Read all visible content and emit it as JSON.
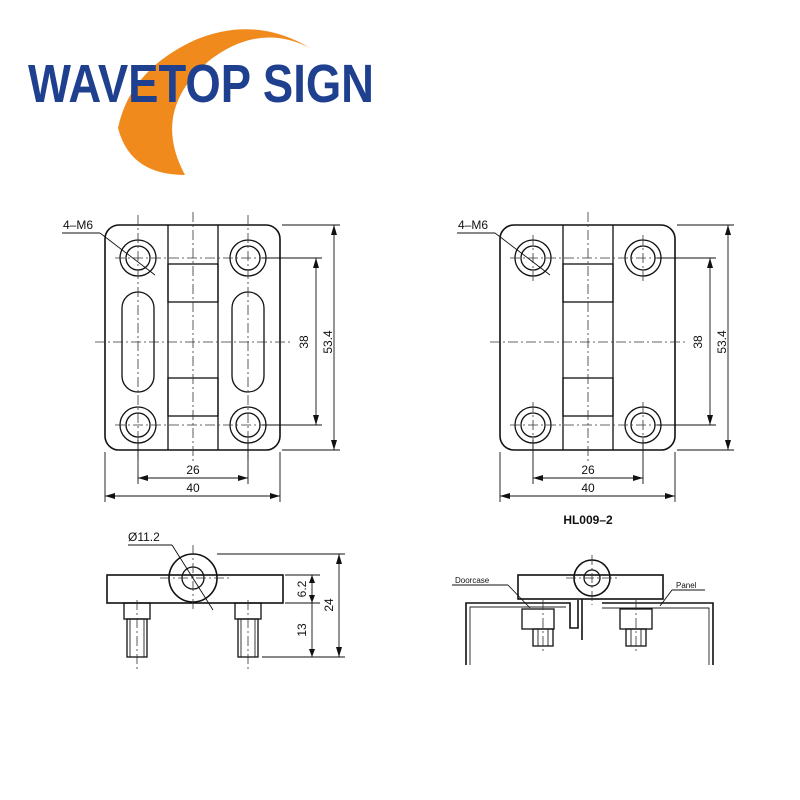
{
  "brand": {
    "name": "WAVETOP SIGN",
    "name_color": "#1f3f8f",
    "arc_color": "#f08a1c"
  },
  "left_view": {
    "hole_callout": "4–M6",
    "dim_hole_spacing": "38",
    "dim_height": "53.4",
    "dim_hole_pitch": "26",
    "dim_width": "40"
  },
  "right_view": {
    "hole_callout": "4–M6",
    "dim_hole_spacing": "38",
    "dim_height": "53.4",
    "dim_hole_pitch": "26",
    "dim_width": "40",
    "model": "HL009–2"
  },
  "left_side_view": {
    "knuckle_dia": "Ø11.2",
    "dim_leaf": "6.2",
    "dim_stud": "13",
    "dim_total": "24"
  },
  "right_side_view": {
    "label_doorcase": "Doorcase",
    "label_panel": "Panel"
  }
}
